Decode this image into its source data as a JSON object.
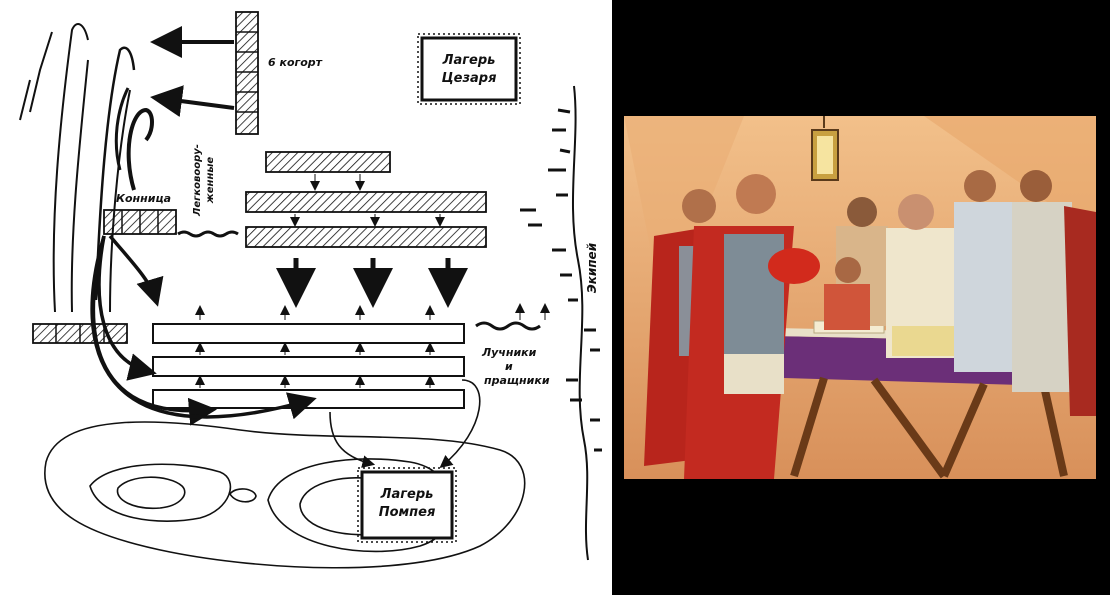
{
  "diagram": {
    "labels": {
      "caesar_camp": [
        "Лагерь",
        "Цезаря"
      ],
      "pompey_camp": [
        "Лагерь",
        "Помпея"
      ],
      "six_cohorts": "6 когорт",
      "cavalry": "Конница",
      "light_infantry": [
        "Легковоору-",
        "женные"
      ],
      "archers": [
        "Лучники",
        "и",
        "пращники"
      ],
      "baggage": "Экипей"
    }
  },
  "painting": {
    "subject": "Roman commanders in a field tent around a map table"
  },
  "colors": {
    "background": "#000000",
    "paper": "#ffffff",
    "ink": "#111111",
    "tent": "#e3a36a",
    "cloak": "#b8251c",
    "tablecloth": "#6b2f78"
  }
}
